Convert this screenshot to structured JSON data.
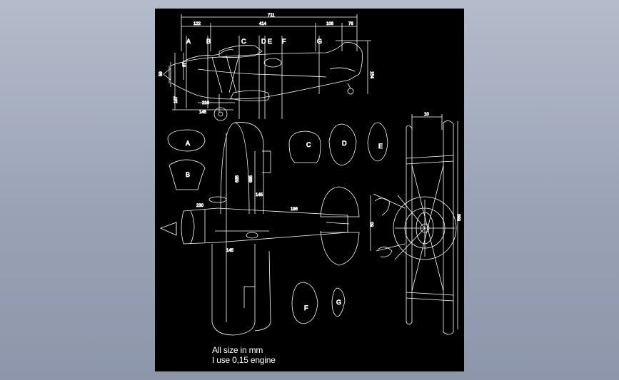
{
  "drawing": {
    "dimensions": {
      "overall": "711",
      "d1": "122",
      "d2": "414",
      "d3": "106",
      "d4": "76",
      "height_left": "187",
      "height_right": "154",
      "h_small": "67",
      "h_nose": "59",
      "wheel_dim": "145",
      "gear_dim": "210",
      "wing_span_a": "635",
      "wing_span_b": "685",
      "tail_len": "145",
      "fus_len": "186",
      "nose_dim": "230",
      "wing_root": "145",
      "front_span": "560",
      "front_top": "10",
      "front_height": "50"
    },
    "sections": [
      "A",
      "B",
      "C",
      "D",
      "E",
      "F",
      "G"
    ],
    "notes": {
      "line1": "All size in mm",
      "line2": "I use 0,15 engine"
    }
  }
}
